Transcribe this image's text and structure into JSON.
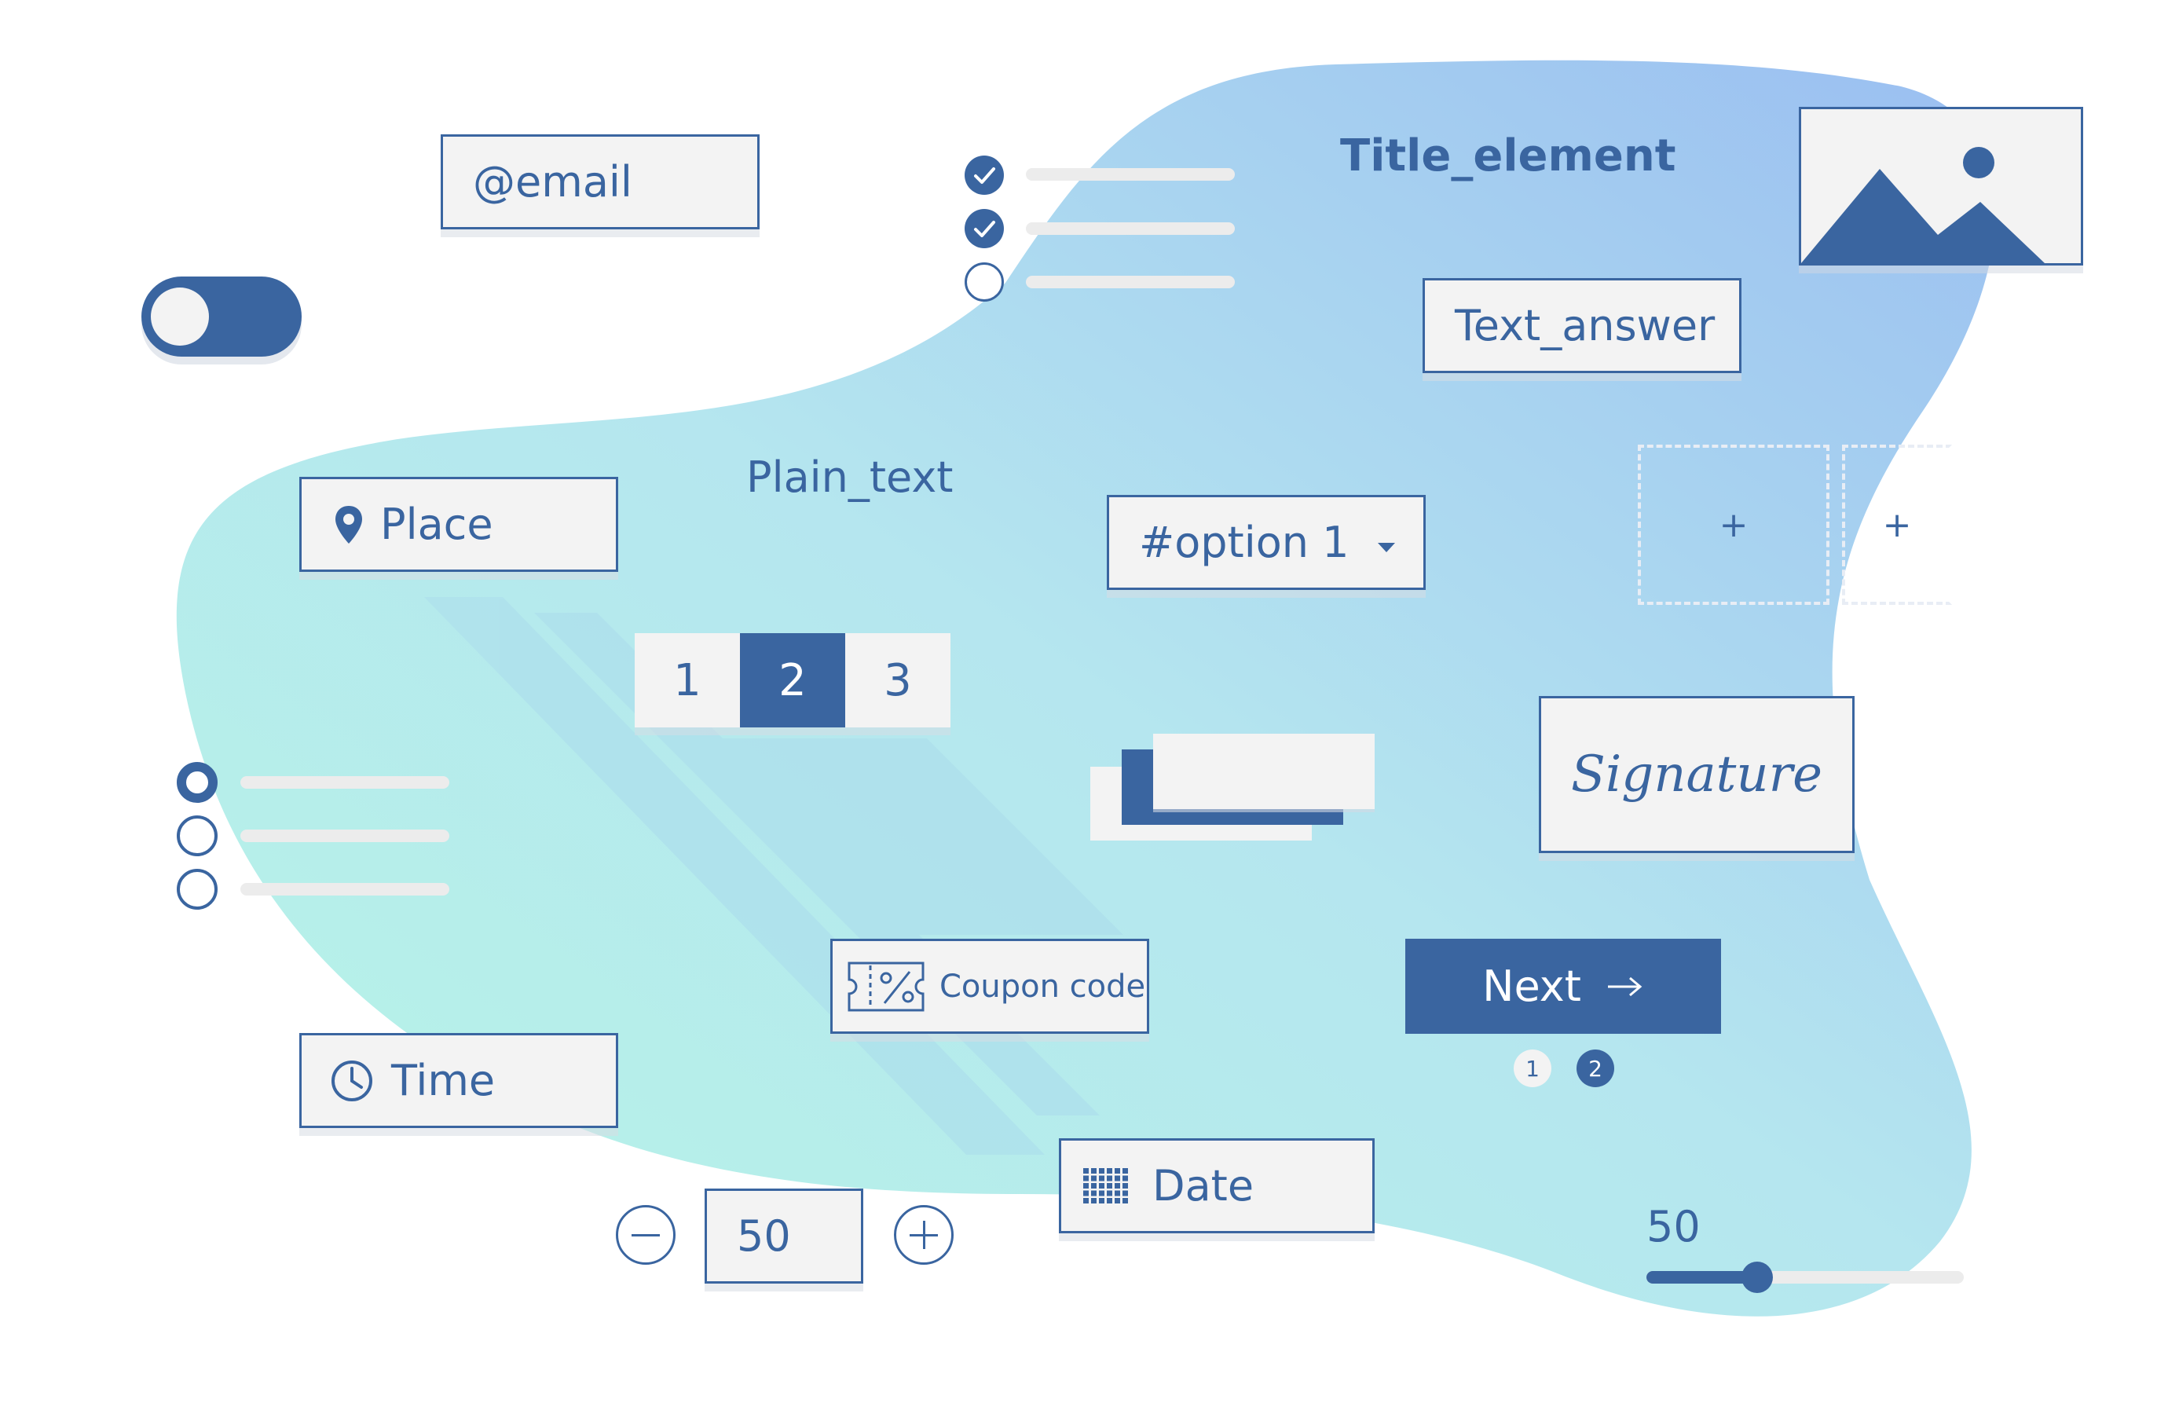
{
  "fields": {
    "email": "@email",
    "text_answer": "Text_answer",
    "place": "Place",
    "time": "Time",
    "date": "Date",
    "coupon": "Coupon code",
    "dropdown": "#option 1",
    "stepper_value": "50"
  },
  "title_element": "Title_element",
  "plain_text": "Plain_text",
  "signature": "Signature",
  "pagination": [
    "1",
    "2",
    "3"
  ],
  "pagination_active": "2",
  "next_button": "Next",
  "step_dots": [
    "1",
    "2"
  ],
  "upload_plus": "+",
  "slider": {
    "value": "50",
    "level": 0.35
  },
  "toggle": {
    "state": "on"
  },
  "checkboxes": [
    {
      "checked": true
    },
    {
      "checked": true
    },
    {
      "checked": false
    }
  ],
  "radios": [
    {
      "selected": true
    },
    {
      "selected": false
    },
    {
      "selected": false
    }
  ],
  "colors": {
    "accent": "#3a65a0",
    "field_bg": "#f3f3f3",
    "blob_start": "#b4f4e4",
    "blob_end": "#9cc2f2"
  },
  "icons": {
    "place": "map-pin-icon",
    "time": "clock-icon",
    "date": "calendar-grid-icon",
    "coupon": "coupon-percent-icon",
    "dropdown": "caret-down-icon",
    "next": "arrow-right-icon",
    "image": "image-placeholder-icon"
  }
}
